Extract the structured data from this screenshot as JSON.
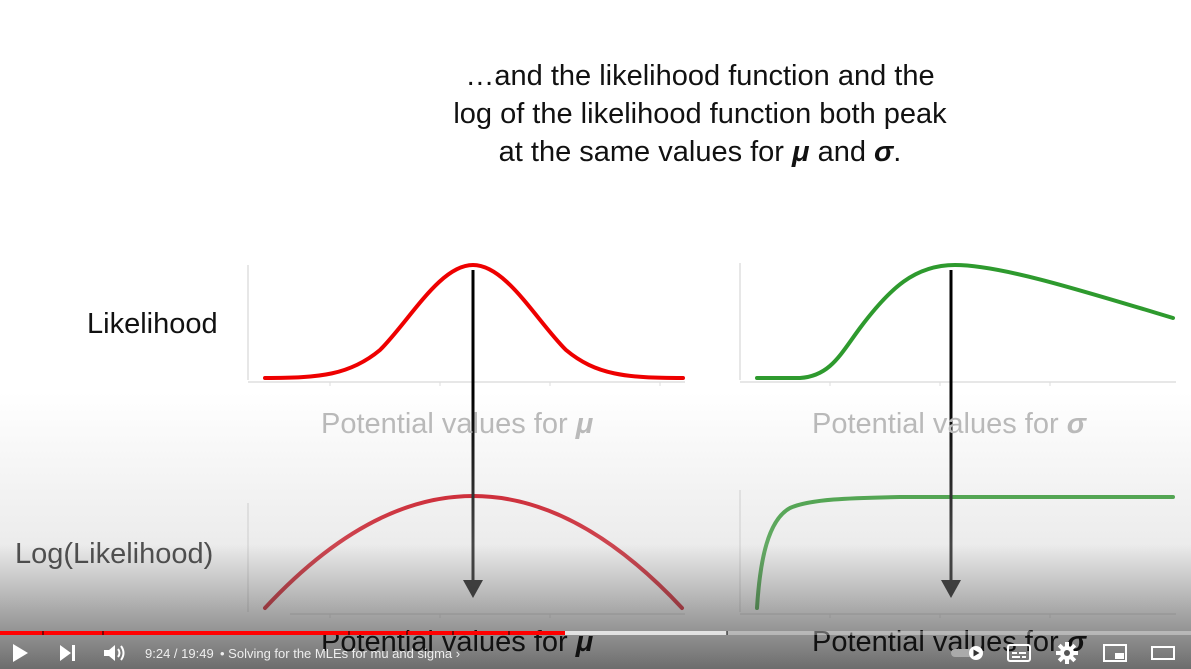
{
  "slide": {
    "title_line1": "…and the likelihood function and the",
    "title_line2": "log of the likelihood function both peak",
    "title_line3_prefix": "at the same values for ",
    "mu_symbol": "μ",
    "title_and": " and ",
    "sigma_symbol": "σ",
    "title_period": ".",
    "row1_label": "Likelihood",
    "row2_label": "Log(Likelihood)",
    "axis_mu_text": "Potential values for ",
    "axis_sigma_text": "Potential values for "
  },
  "colors": {
    "likelihood_mu_curve": "#ee0000",
    "loglik_mu_curve": "#d00010",
    "sigma_curves": "#2e9a2e",
    "progress_played": "#ff0000"
  },
  "player": {
    "current_time": "9:24",
    "duration": "19:49",
    "time_separator": " / ",
    "chapter_title": "Solving for the MLEs for mu and sigma",
    "played_fraction": 0.4744,
    "buffered_fraction": 0.61,
    "icons": [
      "play-icon",
      "next-icon",
      "volume-icon",
      "chevron-right-icon",
      "autoplay-toggle",
      "subtitles-icon",
      "settings-icon",
      "miniplayer-icon",
      "theater-icon"
    ]
  }
}
